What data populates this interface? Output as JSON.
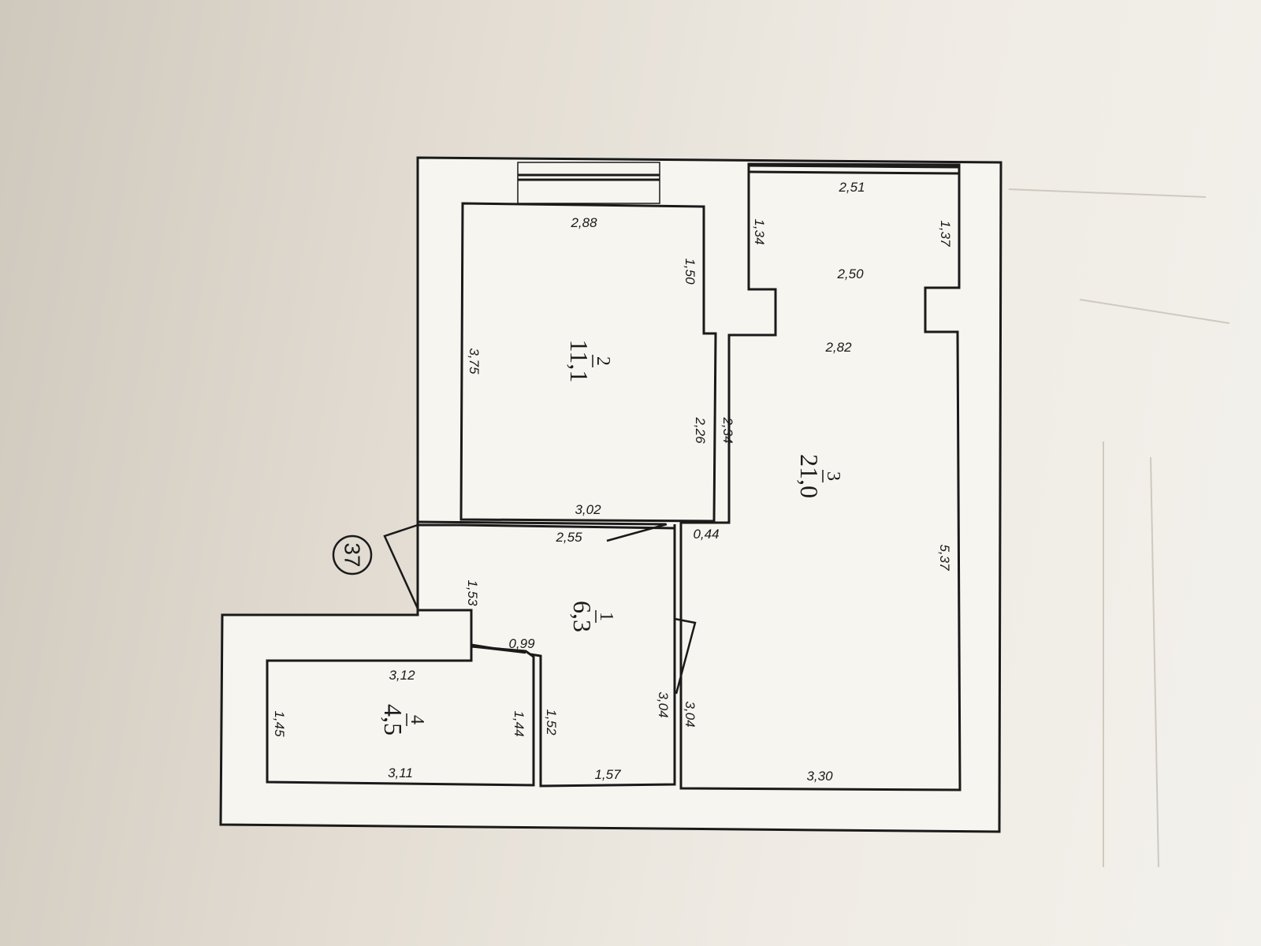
{
  "apartment_number": "37",
  "rooms": [
    {
      "id": "1",
      "number": "1",
      "area": "6,3"
    },
    {
      "id": "2",
      "number": "2",
      "area": "11,1"
    },
    {
      "id": "3",
      "number": "3",
      "area": "21,0"
    },
    {
      "id": "4",
      "number": "4",
      "area": "4,5"
    }
  ],
  "dimensions": {
    "r2_top": "2,88",
    "r2_right_upper": "1,50",
    "r2_left": "3,75",
    "r2_right_lower": "2,26",
    "r2_bottom": "3,02",
    "r3_top": "2,51",
    "r3_left_upper": "1,34",
    "r3_right_upper": "1,37",
    "r3_mid_upper": "2,50",
    "r3_mid_lower": "2,82",
    "r3_left_mid": "2,34",
    "r3_right": "5,37",
    "r3_left_lower": "0,44",
    "r3_bottom": "3,30",
    "r3_left_bottom": "3,04",
    "r1_top": "2,55",
    "r1_left": "1,53",
    "r1_notch": "0,99",
    "r1_left_lower": "1,52",
    "r1_right_lower": "3,04",
    "r1_bottom": "1,57",
    "r4_top": "3,12",
    "r4_left": "1,45",
    "r4_right": "1,44",
    "r4_bottom": "3,11"
  },
  "colors": {
    "line": "#1a1a1a",
    "paper": "#f7f5f0"
  }
}
